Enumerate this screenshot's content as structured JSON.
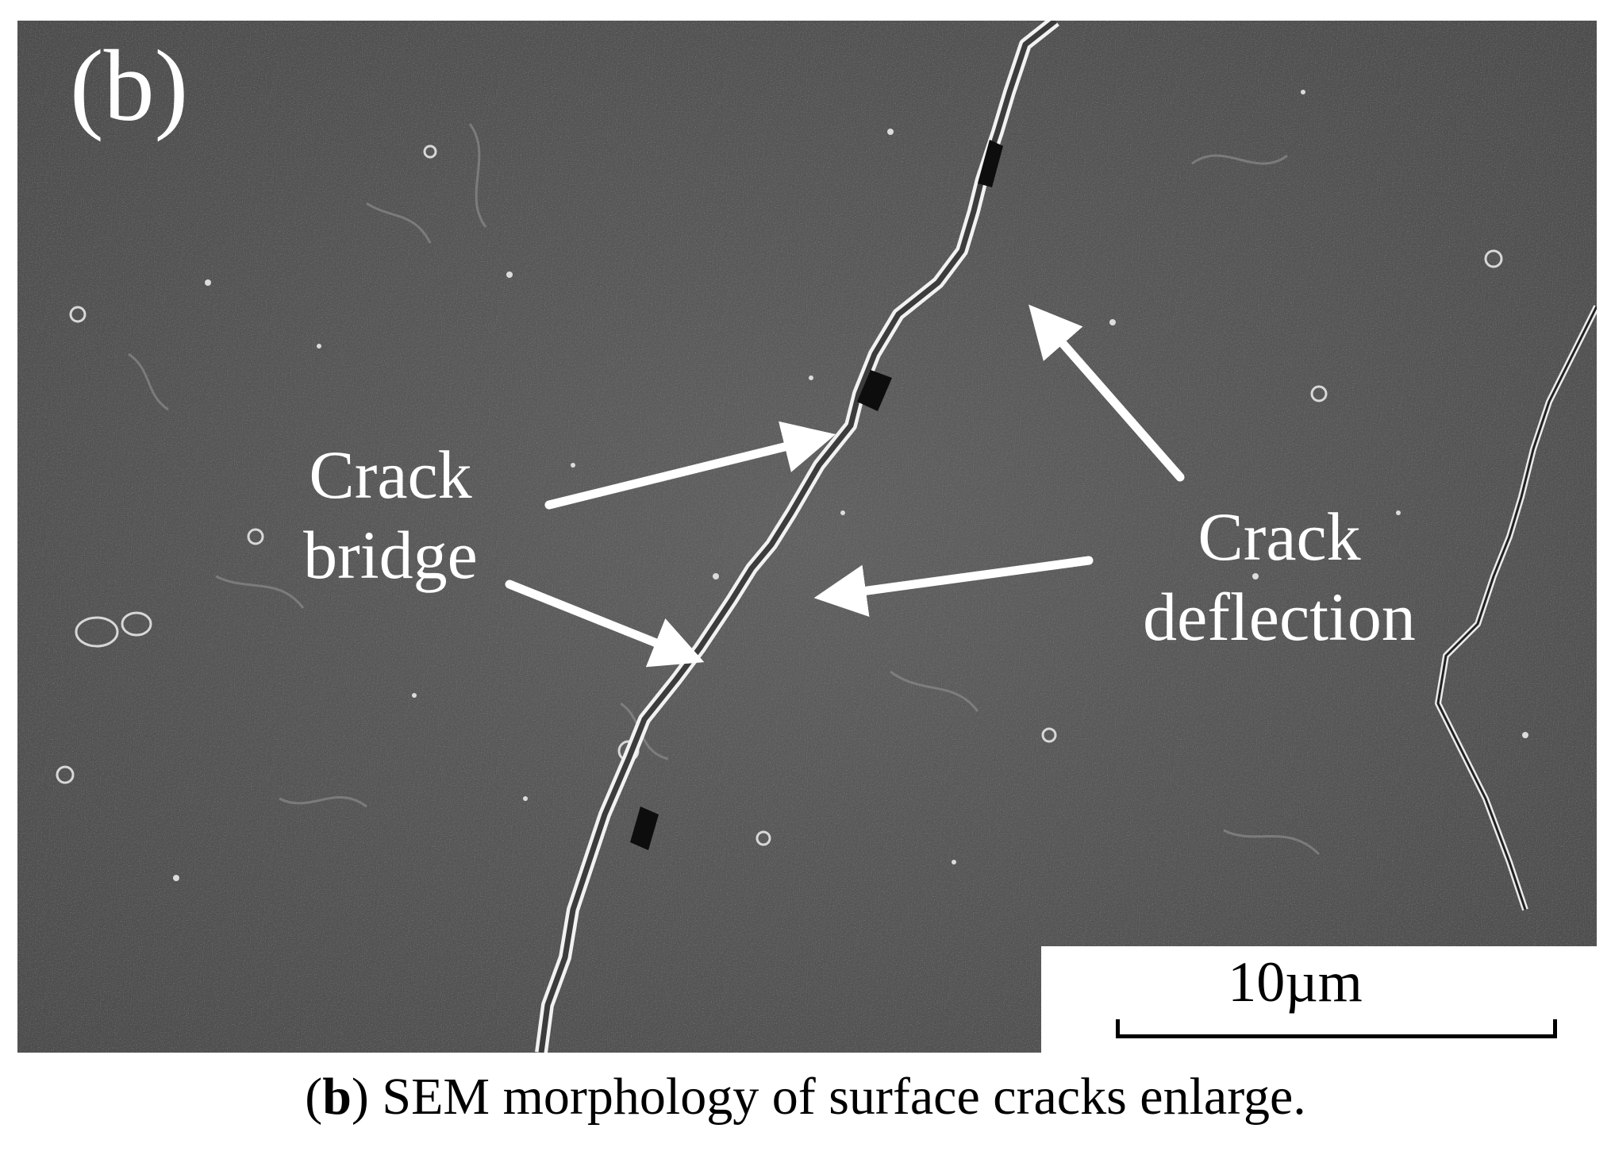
{
  "figure": {
    "panel_label": "(b)",
    "annotations": {
      "crack_bridge": [
        "Crack",
        "bridge"
      ],
      "crack_deflection": [
        "Crack",
        "deflection"
      ]
    },
    "scale_bar": {
      "label": "10µm"
    },
    "colors": {
      "background": "#5a5a5a",
      "crack_edge": "#ffffff",
      "crack_void": "#0d0d0d",
      "arrow": "#ffffff"
    }
  },
  "caption": {
    "open": "(",
    "letter": "b",
    "text": ") SEM morphology of surface cracks enlarge."
  }
}
